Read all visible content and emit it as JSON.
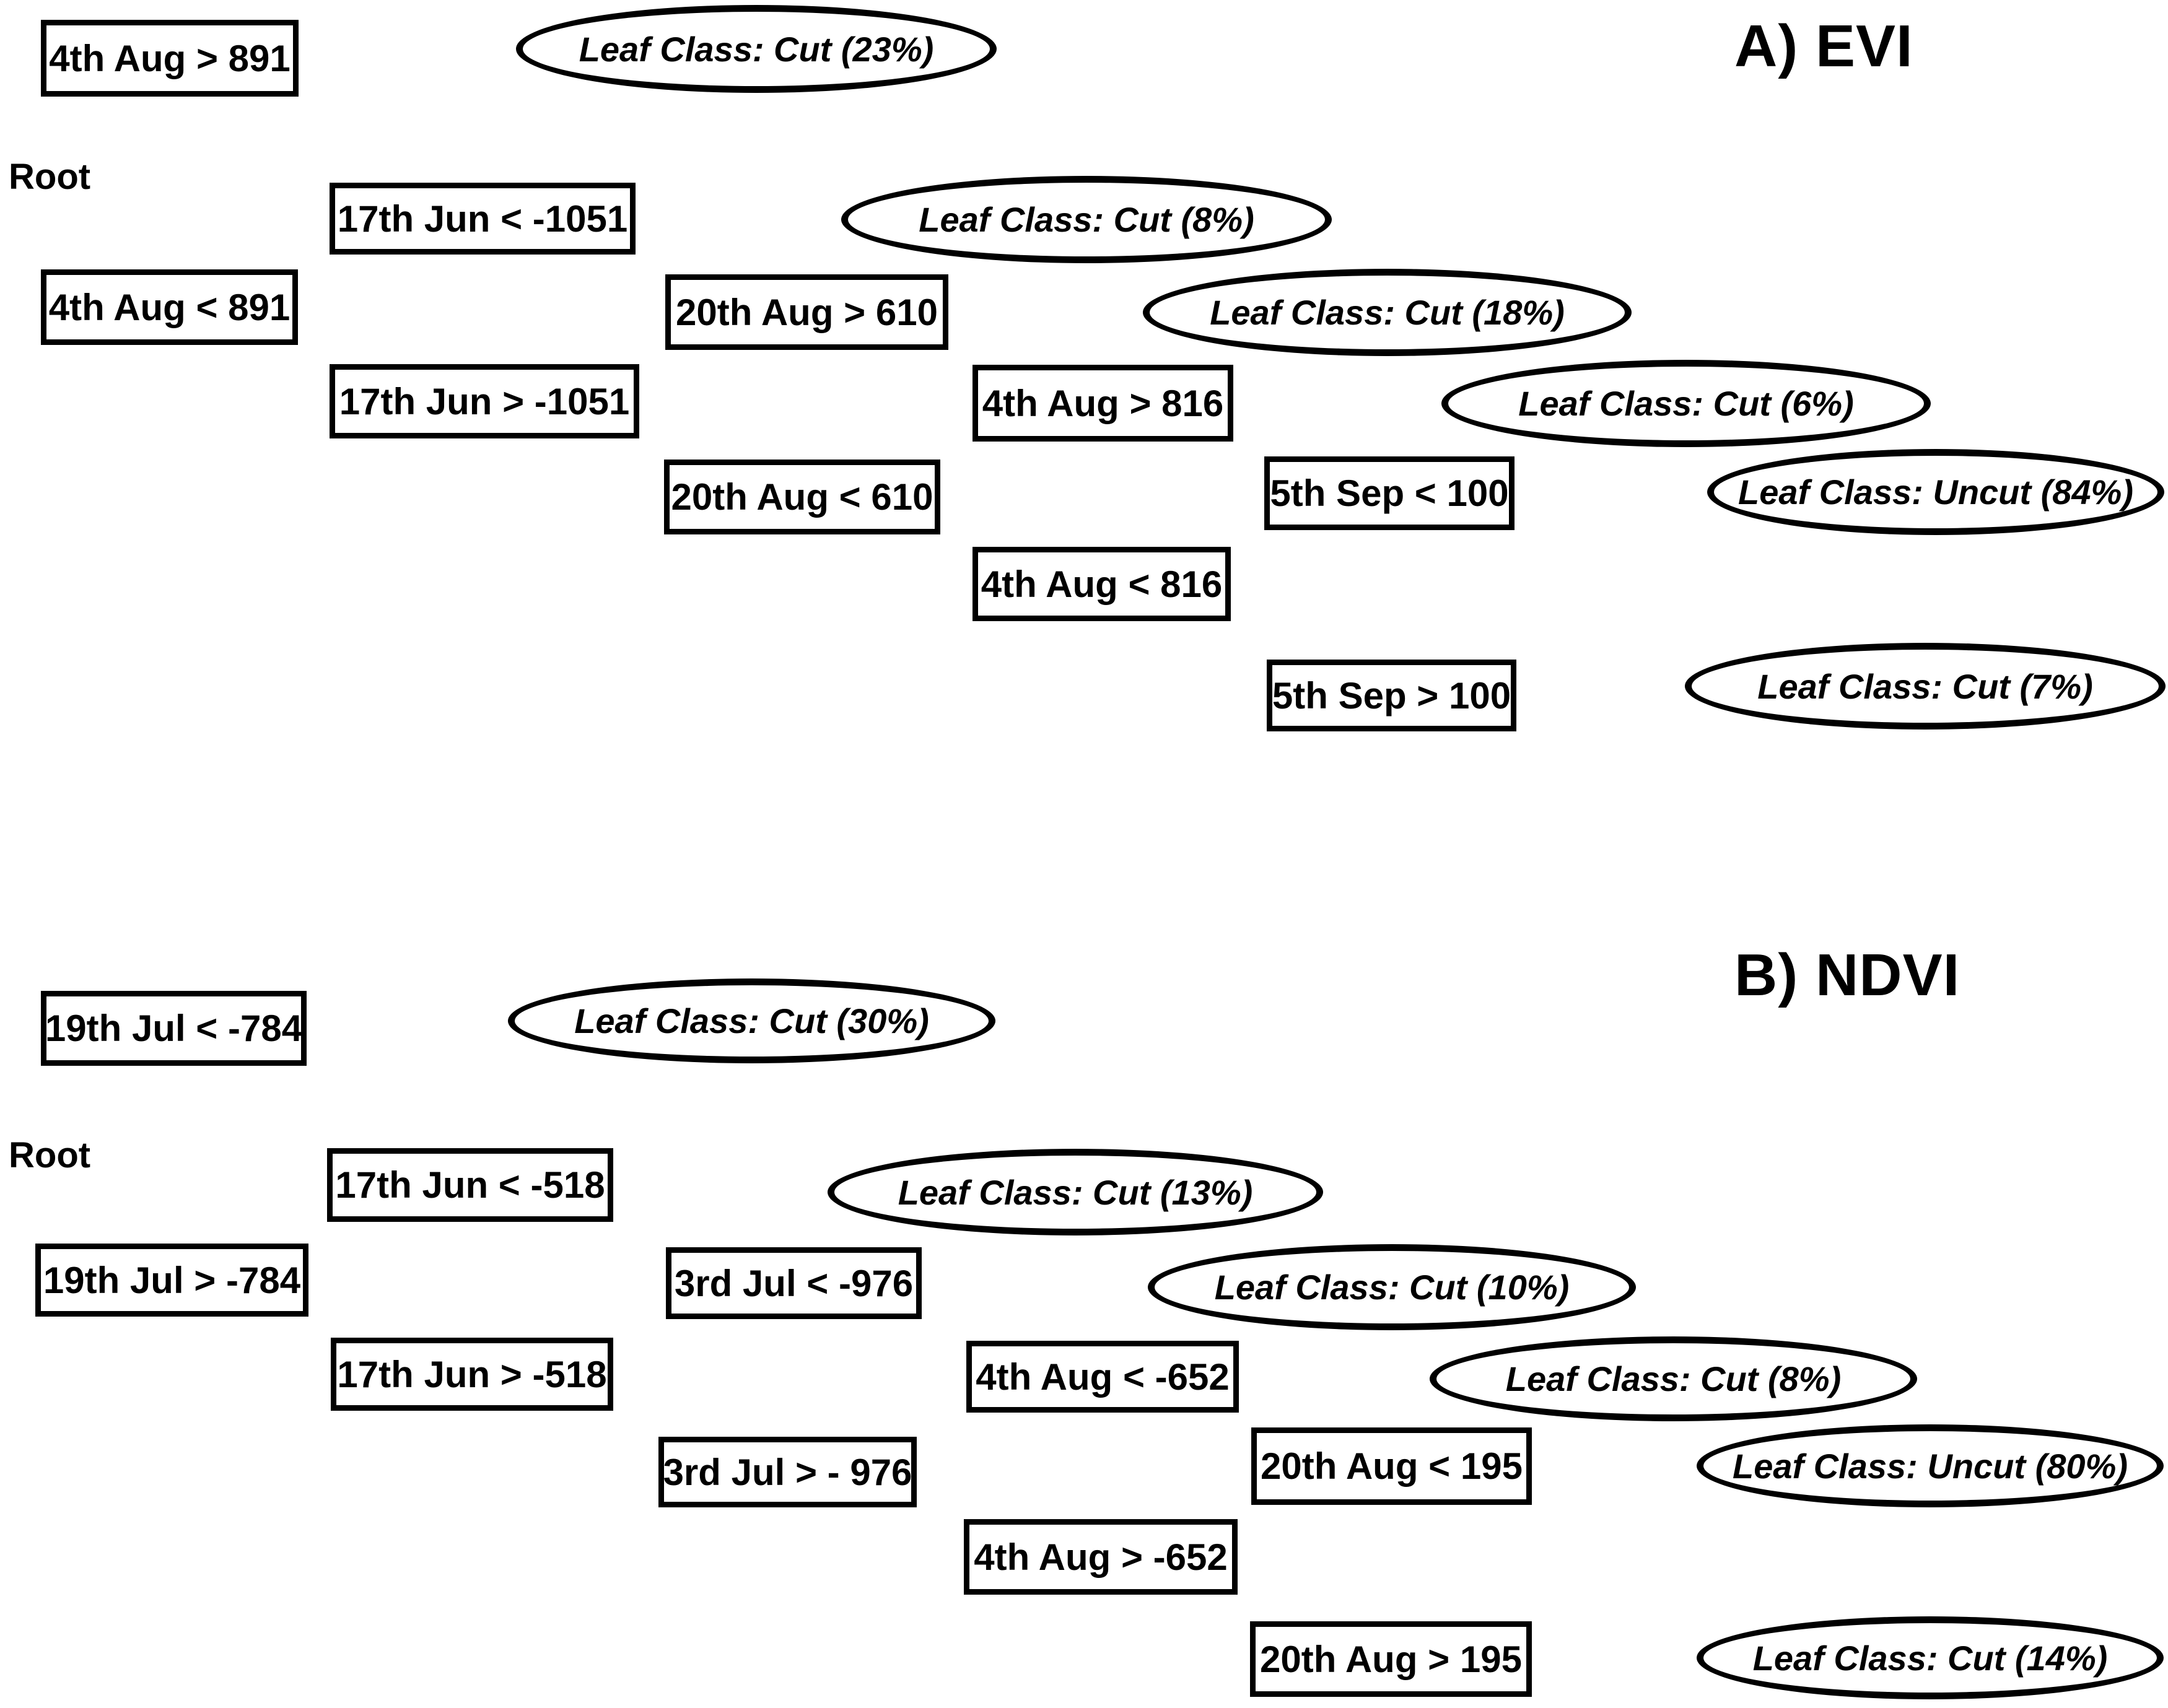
{
  "colors": {
    "ink": "#000000",
    "background": "#ffffff"
  },
  "figure": {
    "panels": [
      {
        "id": "A",
        "title": "A) EVI",
        "root_label": "Root",
        "nodes": [
          {
            "id": "a-n1",
            "label": "4th Aug > 891"
          },
          {
            "id": "a-n2",
            "label": "4th Aug < 891"
          },
          {
            "id": "a-n3",
            "label": "17th Jun < -1051"
          },
          {
            "id": "a-n4",
            "label": "17th Jun > -1051"
          },
          {
            "id": "a-n5",
            "label": "20th Aug > 610"
          },
          {
            "id": "a-n6",
            "label": "20th Aug < 610"
          },
          {
            "id": "a-n7",
            "label": "4th Aug > 816"
          },
          {
            "id": "a-n8",
            "label": "4th Aug < 816"
          },
          {
            "id": "a-n9",
            "label": "5th Sep < 100"
          },
          {
            "id": "a-n10",
            "label": "5th Sep > 100"
          }
        ],
        "leaves": [
          {
            "id": "a-l1",
            "label": "Leaf Class: Cut (23%)",
            "leaf_class": "Cut",
            "percent": "23%"
          },
          {
            "id": "a-l2",
            "label": "Leaf Class: Cut (8%)",
            "leaf_class": "Cut",
            "percent": "8%"
          },
          {
            "id": "a-l3",
            "label": "Leaf Class: Cut (18%)",
            "leaf_class": "Cut",
            "percent": "18%"
          },
          {
            "id": "a-l4",
            "label": "Leaf Class: Cut (6%)",
            "leaf_class": "Cut",
            "percent": "6%"
          },
          {
            "id": "a-l5",
            "label": "Leaf Class: Uncut (84%)",
            "leaf_class": "Uncut",
            "percent": "84%"
          },
          {
            "id": "a-l6",
            "label": "Leaf Class: Cut (7%)",
            "leaf_class": "Cut",
            "percent": "7%"
          }
        ],
        "edges": [
          [
            "Root",
            "a-n1"
          ],
          [
            "Root",
            "a-n2"
          ],
          [
            "a-n1",
            "a-l1"
          ],
          [
            "a-n2",
            "a-n3"
          ],
          [
            "a-n2",
            "a-n4"
          ],
          [
            "a-n3",
            "a-l2"
          ],
          [
            "a-n4",
            "a-n5"
          ],
          [
            "a-n4",
            "a-n6"
          ],
          [
            "a-n5",
            "a-l3"
          ],
          [
            "a-n6",
            "a-n7"
          ],
          [
            "a-n6",
            "a-n8"
          ],
          [
            "a-n7",
            "a-l4"
          ],
          [
            "a-n8",
            "a-n9"
          ],
          [
            "a-n8",
            "a-n10"
          ],
          [
            "a-n9",
            "a-l5"
          ],
          [
            "a-n10",
            "a-l6"
          ]
        ]
      },
      {
        "id": "B",
        "title": "B) NDVI",
        "root_label": "Root",
        "nodes": [
          {
            "id": "b-n1",
            "label": "19th Jul < -784"
          },
          {
            "id": "b-n2",
            "label": "19th Jul > -784"
          },
          {
            "id": "b-n3",
            "label": "17th Jun < -518"
          },
          {
            "id": "b-n4",
            "label": "17th Jun > -518"
          },
          {
            "id": "b-n5",
            "label": "3rd Jul < -976"
          },
          {
            "id": "b-n6",
            "label": "3rd Jul > - 976"
          },
          {
            "id": "b-n7",
            "label": "4th Aug < -652"
          },
          {
            "id": "b-n8",
            "label": "4th Aug > -652"
          },
          {
            "id": "b-n9",
            "label": "20th Aug < 195"
          },
          {
            "id": "b-n10",
            "label": "20th Aug > 195"
          }
        ],
        "leaves": [
          {
            "id": "b-l1",
            "label": "Leaf Class: Cut (30%)",
            "leaf_class": "Cut",
            "percent": "30%"
          },
          {
            "id": "b-l2",
            "label": "Leaf Class: Cut (13%)",
            "leaf_class": "Cut",
            "percent": "13%"
          },
          {
            "id": "b-l3",
            "label": "Leaf Class: Cut (10%)",
            "leaf_class": "Cut",
            "percent": "10%"
          },
          {
            "id": "b-l4",
            "label": "Leaf Class: Cut (8%)",
            "leaf_class": "Cut",
            "percent": "8%"
          },
          {
            "id": "b-l5",
            "label": "Leaf Class: Uncut (80%)",
            "leaf_class": "Uncut",
            "percent": "80%"
          },
          {
            "id": "b-l6",
            "label": "Leaf Class: Cut (14%)",
            "leaf_class": "Cut",
            "percent": "14%"
          }
        ],
        "edges": [
          [
            "Root",
            "b-n1"
          ],
          [
            "Root",
            "b-n2"
          ],
          [
            "b-n1",
            "b-l1"
          ],
          [
            "b-n2",
            "b-n3"
          ],
          [
            "b-n2",
            "b-n4"
          ],
          [
            "b-n3",
            "b-l2"
          ],
          [
            "b-n4",
            "b-n5"
          ],
          [
            "b-n4",
            "b-n6"
          ],
          [
            "b-n5",
            "b-l3"
          ],
          [
            "b-n6",
            "b-n7"
          ],
          [
            "b-n6",
            "b-n8"
          ],
          [
            "b-n7",
            "b-l4"
          ],
          [
            "b-n8",
            "b-n9"
          ],
          [
            "b-n8",
            "b-n10"
          ],
          [
            "b-n9",
            "b-l5"
          ],
          [
            "b-n10",
            "b-l6"
          ]
        ]
      }
    ]
  }
}
